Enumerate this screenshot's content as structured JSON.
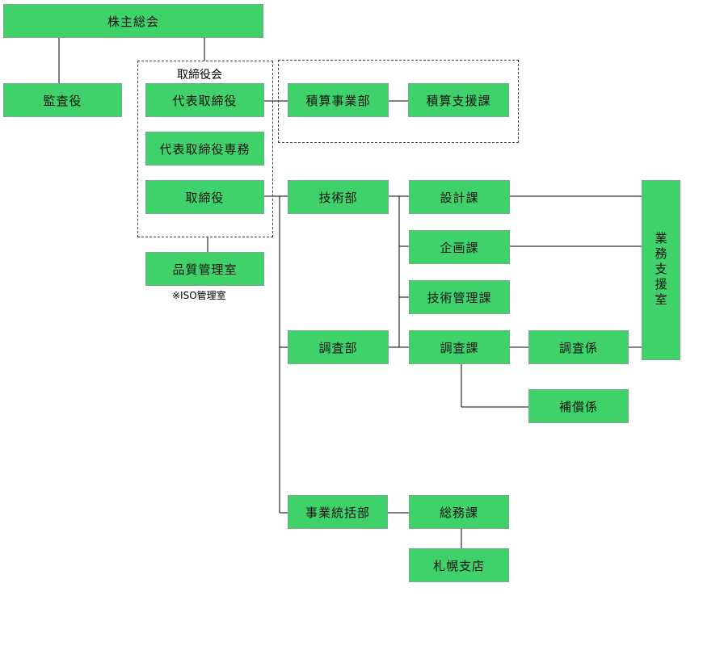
{
  "nodes": {
    "shareholders_meeting": "株主総会",
    "auditor": "監査役",
    "board_label": "取締役会",
    "representative_director": "代表取締役",
    "senior_managing_director": "代表取締役専務",
    "director": "取締役",
    "quality_office": "品質管理室",
    "quality_office_note": "※ISO管理室",
    "estimation_division": "積算事業部",
    "estimation_support_section": "積算支援課",
    "technology_division": "技術部",
    "design_section": "設計課",
    "planning_section": "企画課",
    "tech_management_section": "技術管理課",
    "survey_division": "調査部",
    "survey_section": "調査課",
    "survey_unit": "調査係",
    "compensation_unit": "補償係",
    "business_support_office": "業務支援室",
    "general_affairs_division": "事業統括部",
    "general_affairs_section": "総務課",
    "sapporo_branch": "札幌支店"
  },
  "colors": {
    "box_fill": "#3fd26a",
    "box_border": "#7aa88a",
    "line": "#000000"
  }
}
